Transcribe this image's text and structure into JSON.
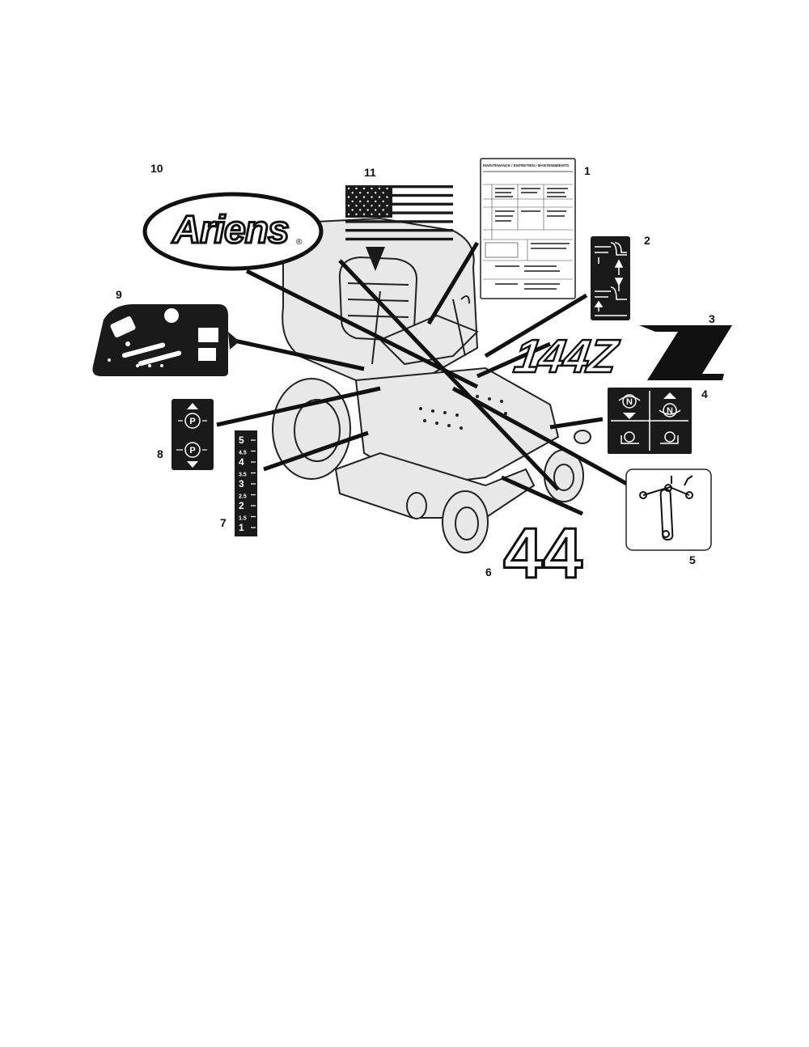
{
  "brand": {
    "logo_text": "Ariens",
    "registered_mark": "®"
  },
  "callouts": {
    "c1": "1",
    "c2": "2",
    "c3": "3",
    "c4": "4",
    "c5": "5",
    "c6": "6",
    "c7": "7",
    "c8": "8",
    "c9": "9",
    "c10": "10",
    "c11": "11"
  },
  "decal_model": "144Z",
  "decal_deck": "44",
  "decal_parking_brake": {
    "top_symbol": "P",
    "bottom_symbol": "P"
  },
  "decal_neutral": {
    "symbol": "N"
  },
  "decal_height_scale": [
    "5",
    "4.5",
    "4",
    "3.5",
    "3",
    "2.5",
    "2",
    "1.5",
    "1"
  ],
  "decal_maintenance": {
    "title": "MAINTENANCE / ENTRETIEN / MANTENIMIENTO"
  },
  "colors": {
    "ink": "#111111",
    "paper": "#ffffff"
  }
}
